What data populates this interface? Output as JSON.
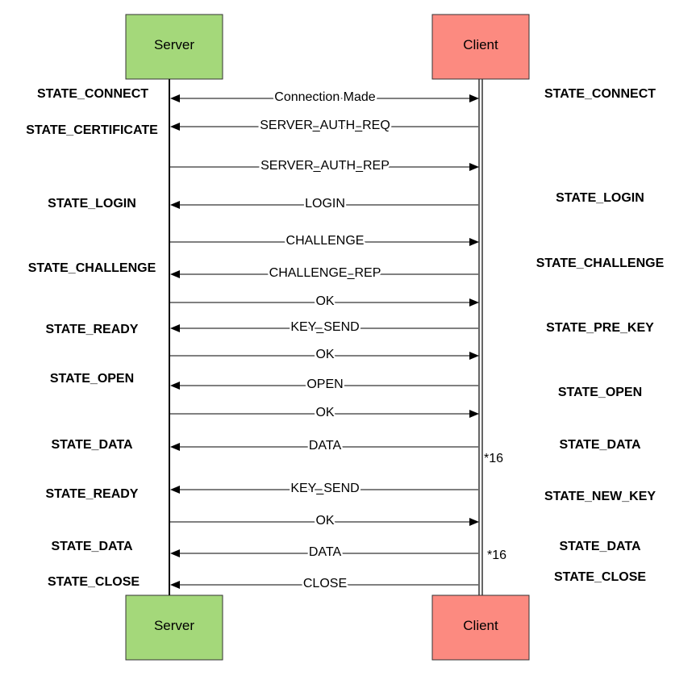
{
  "actors": {
    "server": {
      "label": "Server",
      "color": "#a4d87a"
    },
    "client": {
      "label": "Client",
      "color": "#fc8a80"
    }
  },
  "messages": [
    {
      "label": "Connection Made",
      "direction": "both"
    },
    {
      "label": "SERVER_AUTH_REQ",
      "direction": "to_server"
    },
    {
      "label": "SERVER_AUTH_REP",
      "direction": "to_client"
    },
    {
      "label": "LOGIN",
      "direction": "to_server"
    },
    {
      "label": "CHALLENGE",
      "direction": "to_client"
    },
    {
      "label": "CHALLENGE_REP",
      "direction": "to_server"
    },
    {
      "label": "OK",
      "direction": "to_client"
    },
    {
      "label": "KEY_SEND",
      "direction": "to_server"
    },
    {
      "label": "OK",
      "direction": "to_client"
    },
    {
      "label": "OPEN",
      "direction": "to_server"
    },
    {
      "label": "OK",
      "direction": "to_client"
    },
    {
      "label": "DATA",
      "direction": "to_server"
    },
    {
      "label": "KEY_SEND",
      "direction": "to_server"
    },
    {
      "label": "OK",
      "direction": "to_client"
    },
    {
      "label": "DATA",
      "direction": "to_server"
    },
    {
      "label": "CLOSE",
      "direction": "to_server"
    }
  ],
  "server_states": [
    "STATE_CONNECT",
    "STATE_CERTIFICATE",
    "STATE_LOGIN",
    "STATE_CHALLENGE",
    "STATE_READY",
    "STATE_OPEN",
    "STATE_DATA",
    "STATE_READY",
    "STATE_DATA",
    "STATE_CLOSE"
  ],
  "client_states": [
    "STATE_CONNECT",
    "STATE_LOGIN",
    "STATE_CHALLENGE",
    "STATE_PRE_KEY",
    "STATE_OPEN",
    "STATE_DATA",
    "STATE_NEW_KEY",
    "STATE_DATA",
    "STATE_CLOSE"
  ],
  "notes": [
    "*16",
    "*16"
  ]
}
